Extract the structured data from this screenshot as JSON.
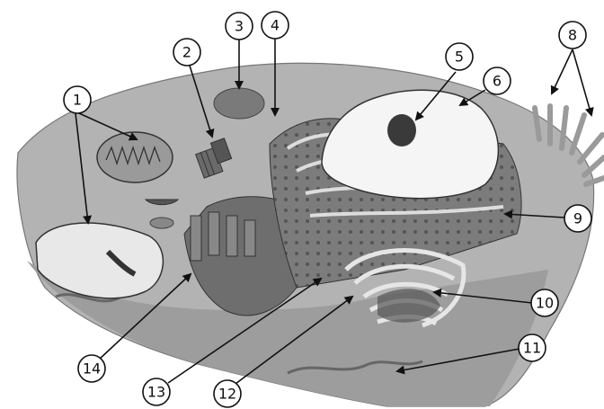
{
  "labels": [
    "1",
    "2",
    "3",
    "4",
    "5",
    "6",
    "8",
    "9",
    "10",
    "11",
    "12",
    "13",
    "14"
  ],
  "colors": {
    "background": "#ffffff",
    "cytoplasm": "#b8b8b8",
    "cell_top": "#a6a6a6",
    "cell_cut": "#9a9a9a",
    "nucleus": "#f2f2f2",
    "nucleolus": "#3a3a3a",
    "rough_er": "#6f6f6f",
    "golgi": "#7a7a7a",
    "mitochondrion": "#8c8c8c",
    "outline": "#111111"
  }
}
